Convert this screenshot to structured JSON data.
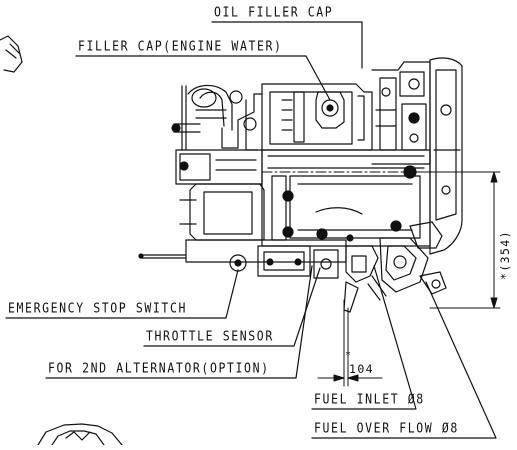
{
  "labels": {
    "oil_filler_cap": "OIL FILLER CAP",
    "filler_cap_engine_water": "FILLER CAP(ENGINE WATER)",
    "emergency_stop_switch": "EMERGENCY STOP SWITCH",
    "throttle_sensor": "THROTTLE SENSOR",
    "for_2nd_alternator": "FOR 2ND ALTERNATOR(OPTION)",
    "fuel_inlet": "FUEL INLET Ø8",
    "fuel_over_flow": "FUEL OVER FLOW Ø8"
  },
  "dimensions": {
    "width_104": "104",
    "width_104_marker": "*",
    "height_354": "*(354)"
  },
  "colors": {
    "line": "#111111",
    "background": "#ffffff"
  }
}
